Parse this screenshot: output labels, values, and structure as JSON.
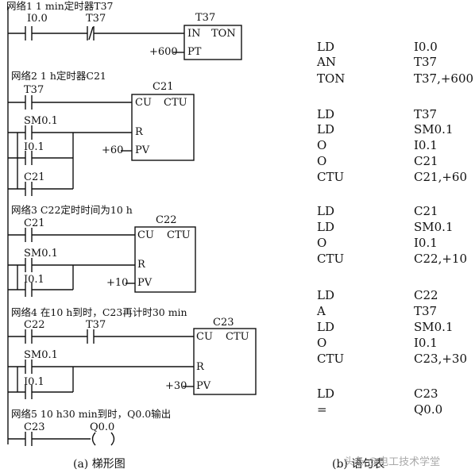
{
  "networks": [
    {
      "title": "网络1  1 min定时器T37",
      "contacts": [
        "I0.0",
        "T37"
      ],
      "box": {
        "name": "T37",
        "in1": "IN",
        "type": "TON",
        "preset_label": "PT",
        "preset": "+600"
      }
    },
    {
      "title": "网络2  1 h定时器C21",
      "contacts": [
        "T37",
        "SM0.1",
        "I0.1",
        "C21"
      ],
      "box": {
        "name": "C21",
        "cu": "CU",
        "type": "CTU",
        "r": "R",
        "preset_label": "PV",
        "preset": "+60"
      }
    },
    {
      "title": "网络3  C22定时时间为10 h",
      "contacts": [
        "C21",
        "SM0.1",
        "I0.1"
      ],
      "box": {
        "name": "C22",
        "cu": "CU",
        "type": "CTU",
        "r": "R",
        "preset_label": "PV",
        "preset": "+10"
      }
    },
    {
      "title": "网络4  在10 h到时，C23再计时30 min",
      "contacts": [
        "C22",
        "T37",
        "SM0.1",
        "I0.1"
      ],
      "box": {
        "name": "C23",
        "cu": "CU",
        "type": "CTU",
        "r": "R",
        "preset_label": "PV",
        "preset": "+30"
      }
    },
    {
      "title": "网络5  10 h30 min到时，Q0.0输出",
      "contacts": [
        "C23"
      ],
      "coil": "Q0.0",
      "coil_symbol": "(  )"
    }
  ],
  "statement_list": [
    [
      "LD",
      "I0.0"
    ],
    [
      "AN",
      "T37"
    ],
    [
      "TON",
      "T37,+600"
    ],
    [
      "LD",
      "T37"
    ],
    [
      "LD",
      "SM0.1"
    ],
    [
      "O",
      "I0.1"
    ],
    [
      "O",
      "C21"
    ],
    [
      "CTU",
      "C21,+60"
    ],
    [
      "LD",
      "C21"
    ],
    [
      "LD",
      "SM0.1"
    ],
    [
      "O",
      "I0.1"
    ],
    [
      "CTU",
      "C22,+10"
    ],
    [
      "LD",
      "C22"
    ],
    [
      "A",
      "T37"
    ],
    [
      "LD",
      "SM0.1"
    ],
    [
      "O",
      "I0.1"
    ],
    [
      "CTU",
      "C23,+30"
    ],
    [
      "LD",
      "C23"
    ],
    [
      "=",
      "Q0.0"
    ]
  ],
  "captions": {
    "ladder": "(a)  梯形图",
    "stl": "(b)  语句表"
  },
  "watermark": "头条 @电工技术学堂",
  "colors": {
    "ink": "#111111",
    "watermark": "#9a9a9a"
  }
}
